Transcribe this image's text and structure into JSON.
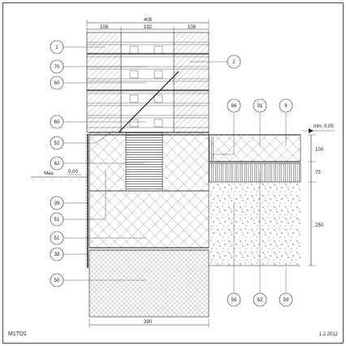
{
  "drawing": {
    "id": "M1TD1",
    "date": "1.2.2012",
    "dimensions": {
      "total_width": "408",
      "left_wall": "108",
      "core": "192",
      "right_wall": "108",
      "slab": "100",
      "insulation": "75",
      "gravel": "250",
      "footing_width": "390",
      "slope": "min. 0,05"
    },
    "ground_label": "Maa",
    "ground_level": "0,00",
    "callouts_left": [
      "1",
      "70",
      "60",
      "60",
      "52",
      "62",
      "39",
      "51",
      "51",
      "38",
      "50"
    ],
    "callouts_right": [
      "2"
    ],
    "callouts_top": [
      "66",
      "91",
      "8"
    ],
    "callouts_bottom": [
      "56",
      "62",
      "59"
    ]
  }
}
